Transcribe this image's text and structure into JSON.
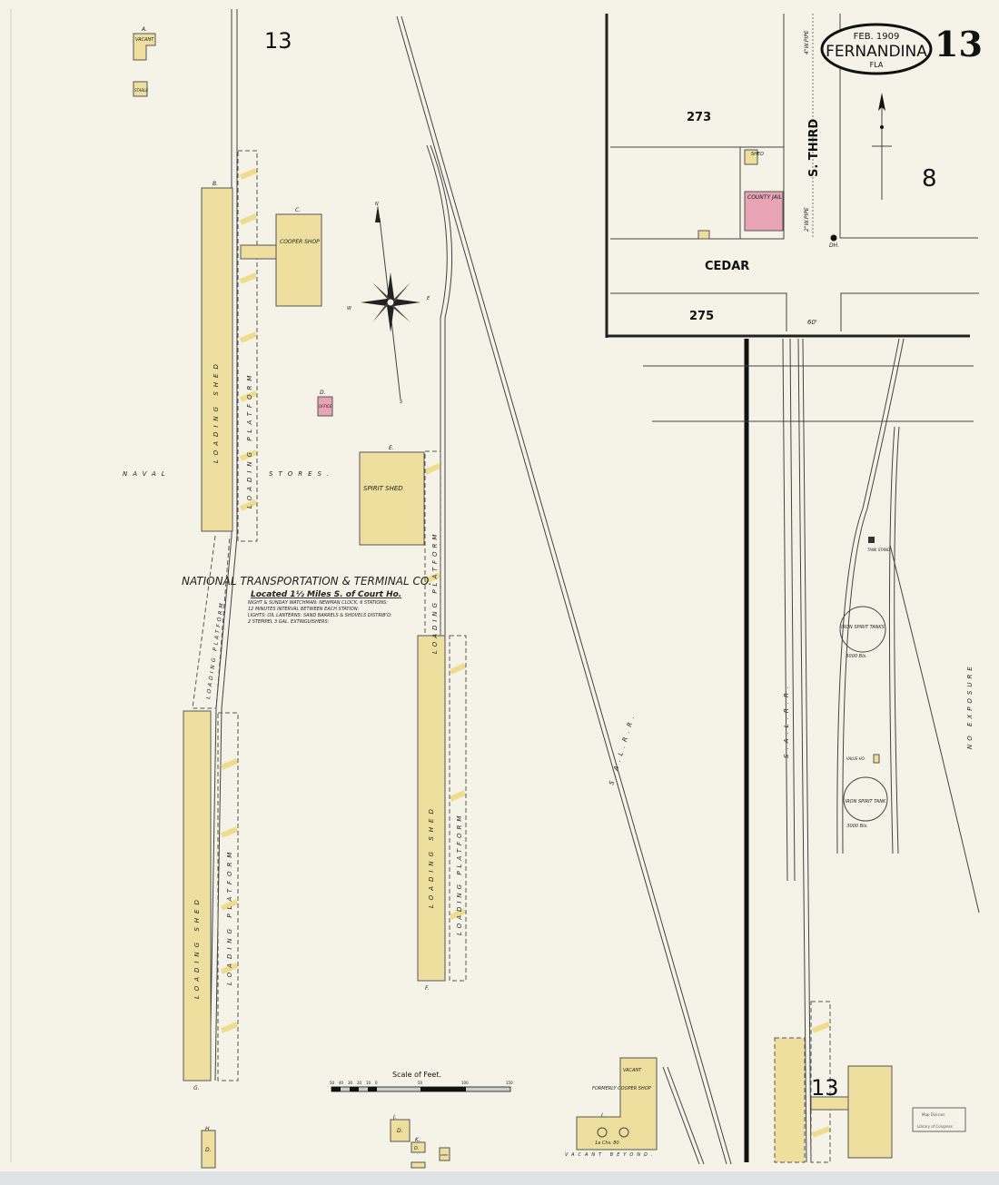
{
  "header": {
    "date": "FEB. 1909",
    "city": "FERNANDINA",
    "state": "FLA",
    "sheet_number": "13"
  },
  "colors": {
    "paper": "#f5f3e8",
    "frame_building": "#efdf9e",
    "brick_building": "#e8a3b4"
  },
  "blocks": {
    "block_273": "273",
    "block_275": "275",
    "block_8": "8",
    "sheet_label_top": "13",
    "sheet_label_bottom": "13"
  },
  "streets": {
    "cedar": "CEDAR",
    "third": "S. THIRD",
    "width_60": "60'",
    "water_pipe_1": "4\"W.PIPE",
    "water_pipe_2": "2\"W.PIPE",
    "hydrant": "DH."
  },
  "buildings": {
    "county_jail": "COUNTY JAIL",
    "shed_top": "SHED",
    "cooper_shop": "COOPER SHOP",
    "office": "OFFICE",
    "spirit_shed": "SPIRIT SHED",
    "loading_shed": "LOADING SHED",
    "loading_platform": "LOADING PLATFORM",
    "vacant": "VACANT",
    "formerly_cooper_shop": "FORMERLY COOPER SHOP",
    "vacant_beyond": "VACANT BEYOND.",
    "kettles": "1a Chs. 80",
    "dwelling": "D.",
    "stable": "STABLE",
    "shed": "SHED",
    "tank_1": "IRON SPIRIT TANKS",
    "tank_1_cap": "5000 Bls.",
    "tank_2": "IRON SPIRIT TANK",
    "tank_2_cap": "3000 Bls.",
    "valve_ho": "VALVE HO.",
    "tank_stand": "TANK STAND",
    "letters": [
      "A.",
      "B.",
      "C.",
      "D.",
      "E.",
      "F.",
      "G.",
      "H.",
      "J.",
      "K.",
      "L."
    ]
  },
  "company": {
    "name": "NATIONAL TRANSPORTATION & TERMINAL CO.",
    "location": "Located 1½ Miles S. of Court Ho.",
    "notes": [
      "NIGHT & SUNDAY WATCHMAN: NEWMAN CLOCK, 6 STATIONS:",
      "12 MINUTES INTERVAL BETWEEN EACH STATION:",
      "LIGHTS: OIL LANTERNS: SAND BARRELS & SHOVELS DISTRIB'D:",
      "2 STEMPEL 3 GAL. EXTINGUISHERS:"
    ],
    "naval": "NAVAL",
    "stores": "STORES."
  },
  "railroads": {
    "sal": "S.A.L.R.R.",
    "no_exposure": "NO EXPOSURE"
  },
  "compass": {
    "n": "N",
    "s": "S",
    "e": "E",
    "w": "W"
  },
  "scale": {
    "title": "Scale of Feet.",
    "ticks": [
      "50",
      "40",
      "30",
      "20",
      "10",
      "0",
      "50",
      "100",
      "150"
    ]
  },
  "stamp": {
    "line1": "Map Division",
    "line2": "Library of Congress"
  }
}
